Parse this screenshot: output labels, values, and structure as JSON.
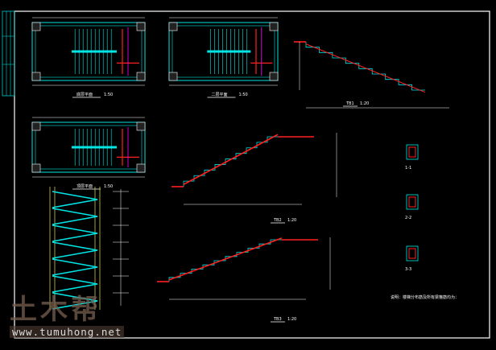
{
  "drawing": {
    "plans": [
      {
        "title": "底层平面",
        "scale": "1:50"
      },
      {
        "title": "二层平面",
        "scale": "1:50"
      },
      {
        "title": "顶层平面",
        "scale": "1:50"
      }
    ],
    "sections": [
      {
        "title": "TB1",
        "scale": "1:20"
      },
      {
        "title": "TB2",
        "scale": "1:20"
      },
      {
        "title": "TB3",
        "scale": "1:20"
      }
    ],
    "details": [
      {
        "title": "1-1"
      },
      {
        "title": "2-2"
      },
      {
        "title": "3-3"
      }
    ],
    "note": "说明：楼梯分布筋及所有梁箍筋均为：",
    "colors": {
      "frame": "#ffffff",
      "stair": "#00e5e5",
      "rebar": "#ff2020",
      "beam": "#ff00ff"
    }
  },
  "watermark": {
    "logo": "土木帮",
    "url": "www.tumuhong.net"
  }
}
